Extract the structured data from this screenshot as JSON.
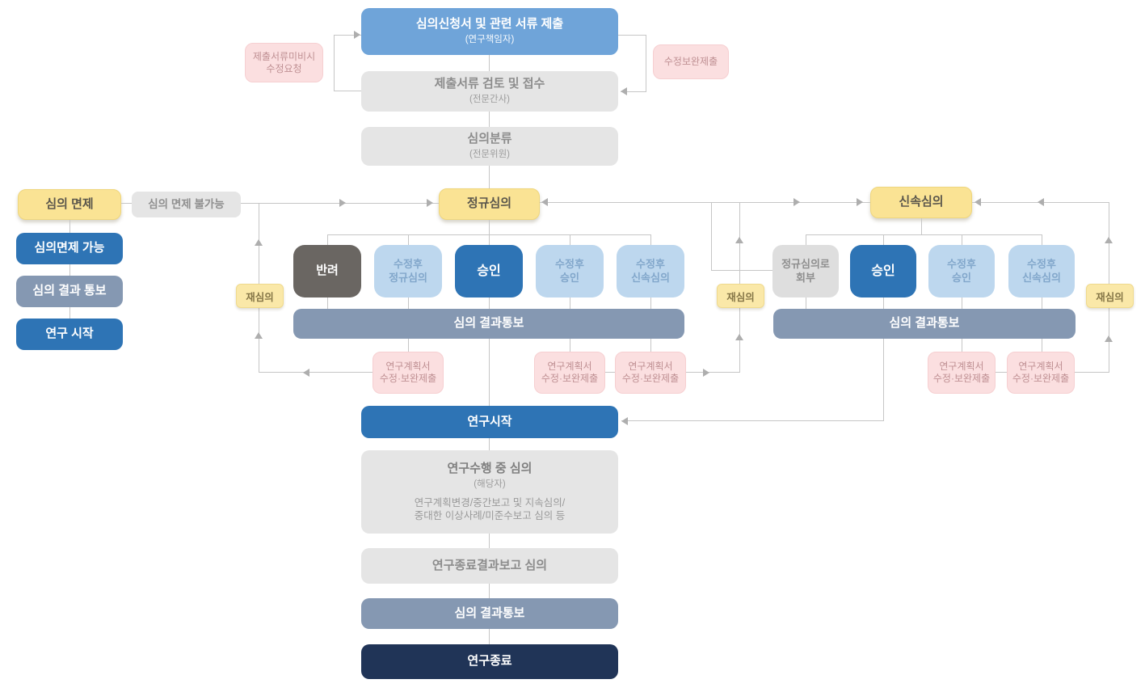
{
  "top": {
    "submit": {
      "title": "심의신청서 및 관련 서류 제출",
      "subtitle": "(연구책임자)"
    },
    "receive": {
      "title": "제출서류 검토 및 접수",
      "subtitle": "(전문간사)"
    },
    "classify": {
      "title": "심의분류",
      "subtitle": "(전문위원)"
    },
    "request_fix": "제출서류미비시\n수정요청",
    "resubmit": "수정보완제출"
  },
  "exempt": {
    "title": "심의 면제",
    "not_possible": "심의 면제 불가능",
    "possible": "심의면제 가능",
    "notify": "심의 결과 통보",
    "start": "연구 시작"
  },
  "regular": {
    "title": "정규심의",
    "results": [
      {
        "label": "반려"
      },
      {
        "label": "수정후\n정규심의"
      },
      {
        "label": "승인"
      },
      {
        "label": "수정후\n승인"
      },
      {
        "label": "수정후\n신속심의"
      }
    ],
    "notify": "심의 결과통보"
  },
  "expedited": {
    "title": "신속심의",
    "results": [
      {
        "label": "정규심의로\n회부"
      },
      {
        "label": "승인"
      },
      {
        "label": "수정후\n승인"
      },
      {
        "label": "수정후\n신속심의"
      }
    ],
    "notify": "심의 결과통보"
  },
  "rereview": "재심의",
  "resubmit_plan": "연구계획서\n수정·보완제출",
  "main": {
    "start": "연구시작",
    "during": {
      "title": "연구수행 중 심의",
      "subtitle": "(해당자)",
      "detail": "연구계획변경/중간보고 및 지속심의/\n중대한 이상사례/미준수보고 심의 등"
    },
    "final_report": "연구종료결과보고 심의",
    "notify": "심의 결과통보",
    "end": "연구종료"
  },
  "colors": {
    "primary_blue": "#2E74B5",
    "top_blue": "#6FA4D9",
    "pale_blue": "#BDD7EE",
    "steel": "#8598B2",
    "dark_gray": "#6A6662",
    "navy": "#203457",
    "gray_box": "#E5E5E5",
    "yellow": "#FAE394",
    "pink": "#FBDFE0",
    "line": "#C6C6C6"
  }
}
